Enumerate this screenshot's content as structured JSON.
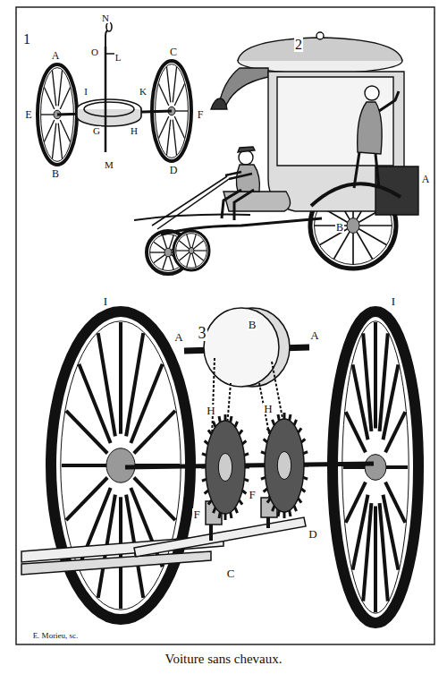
{
  "diagram": {
    "caption": "Voiture sans chevaux.",
    "labels": [
      "1",
      "N",
      "O",
      "L",
      "A",
      "I",
      "K",
      "C",
      "E",
      "G",
      "H",
      "F",
      "B",
      "M",
      "D",
      "2",
      "A",
      "B",
      "3",
      "I",
      "I",
      "A",
      "B",
      "A",
      "H",
      "H",
      "F",
      "F",
      "C",
      "D",
      "E. Morieu, sc."
    ]
  }
}
